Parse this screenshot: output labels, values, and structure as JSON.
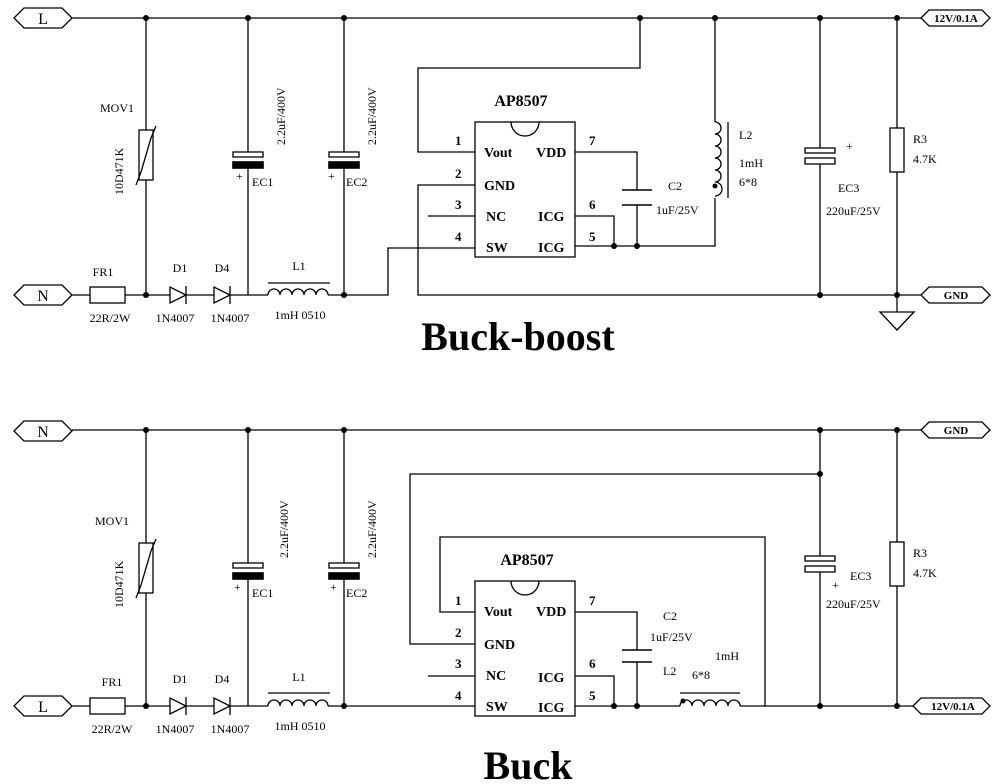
{
  "top": {
    "title": "Buck-boost",
    "ports": {
      "in_top": "L",
      "in_bottom": "N",
      "out_top": "12V/0.1A",
      "out_bottom": "GND"
    },
    "chip": {
      "name": "AP8507",
      "pins": {
        "p1": "Vout",
        "p2": "GND",
        "p3": "NC",
        "p4": "SW",
        "p5": "ICG",
        "p6": "ICG",
        "p7": "VDD"
      },
      "pin_numbers": [
        "1",
        "2",
        "3",
        "4",
        "5",
        "6",
        "7"
      ]
    },
    "mov": {
      "name": "MOV1",
      "part": "10D471K"
    },
    "fr": {
      "name": "FR1",
      "value": "22R/2W"
    },
    "d1": {
      "name": "D1",
      "part": "1N4007"
    },
    "d4": {
      "name": "D4",
      "part": "1N4007"
    },
    "l1": {
      "name": "L1",
      "value": "1mH 0510"
    },
    "ec1": {
      "name": "EC1",
      "value": "2.2uF/400V"
    },
    "ec2": {
      "name": "EC2",
      "value": "2.2uF/400V"
    },
    "c2": {
      "name": "C2",
      "value": "1uF/25V"
    },
    "l2": {
      "name": "L2",
      "value": "1mH",
      "size": "6*8"
    },
    "ec3": {
      "name": "EC3",
      "value": "220uF/25V"
    },
    "r3": {
      "name": "R3",
      "value": "4.7K"
    },
    "plus": "+"
  },
  "bottom": {
    "title": "Buck",
    "ports": {
      "in_top": "N",
      "in_bottom": "L",
      "out_top": "GND",
      "out_bottom": "12V/0.1A"
    },
    "chip": {
      "name": "AP8507",
      "pins": {
        "p1": "Vout",
        "p2": "GND",
        "p3": "NC",
        "p4": "SW",
        "p5": "ICG",
        "p6": "ICG",
        "p7": "VDD"
      },
      "pin_numbers": [
        "1",
        "2",
        "3",
        "4",
        "5",
        "6",
        "7"
      ]
    },
    "mov": {
      "name": "MOV1",
      "part": "10D471K"
    },
    "fr": {
      "name": "FR1",
      "value": "22R/2W"
    },
    "d1": {
      "name": "D1",
      "part": "1N4007"
    },
    "d4": {
      "name": "D4",
      "part": "1N4007"
    },
    "l1": {
      "name": "L1",
      "value": "1mH 0510"
    },
    "ec1": {
      "name": "EC1",
      "value": "2.2uF/400V"
    },
    "ec2": {
      "name": "EC2",
      "value": "2.2uF/400V"
    },
    "c2": {
      "name": "C2",
      "value": "1uF/25V"
    },
    "l2": {
      "name": "L2",
      "value": "1mH",
      "size": "6*8"
    },
    "ec3": {
      "name": "EC3",
      "value": "220uF/25V"
    },
    "r3": {
      "name": "R3",
      "value": "4.7K"
    },
    "plus": "+"
  }
}
